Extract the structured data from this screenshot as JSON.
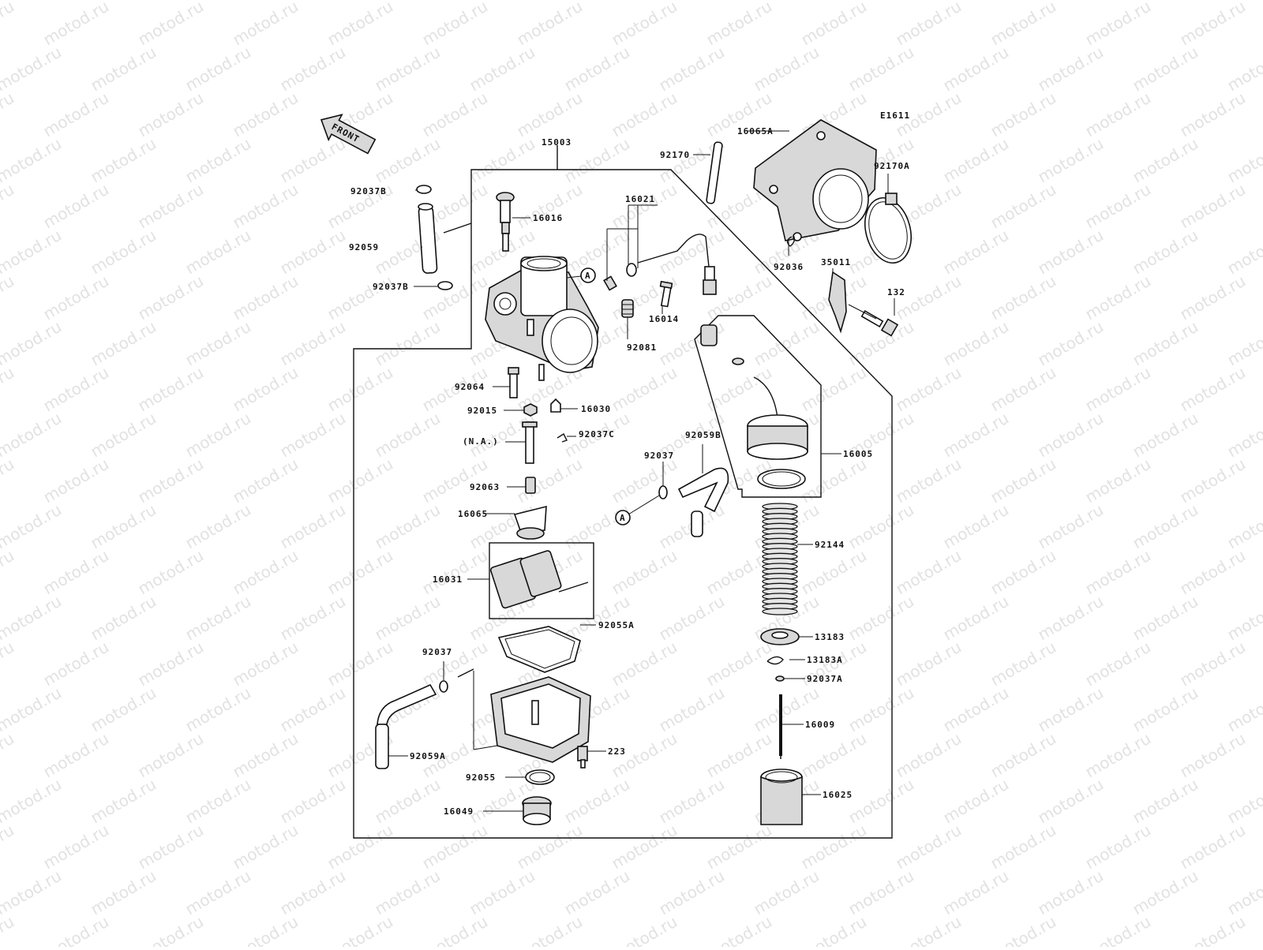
{
  "watermark": "motod.ru",
  "diagram_code": "E1611",
  "front_label": "FRONT",
  "callout_letter": "A",
  "labels": {
    "p15003": "15003",
    "p16065A": "16065A",
    "p92170": "92170",
    "p92170A": "92170A",
    "p92037B_top": "92037B",
    "p16016": "16016",
    "p16021": "16021",
    "p92059": "92059",
    "p92037B_mid": "92037B",
    "p92036": "92036",
    "p35011": "35011",
    "p132": "132",
    "p16014": "16014",
    "p92081": "92081",
    "p92064": "92064",
    "p92015": "92015",
    "p16030": "16030",
    "na": "(N.A.)",
    "p92037C": "92037C",
    "p92059B": "92059B",
    "p92037_mid": "92037",
    "p16005": "16005",
    "p92063": "92063",
    "p16065": "16065",
    "p92144": "92144",
    "p16031": "16031",
    "p92055A": "92055A",
    "p13183": "13183",
    "p13183A": "13183A",
    "p92037A": "92037A",
    "p92037_low": "92037",
    "p16009": "16009",
    "p223": "223",
    "p92059A": "92059A",
    "p92055": "92055",
    "p16025": "16025",
    "p16049": "16049"
  }
}
